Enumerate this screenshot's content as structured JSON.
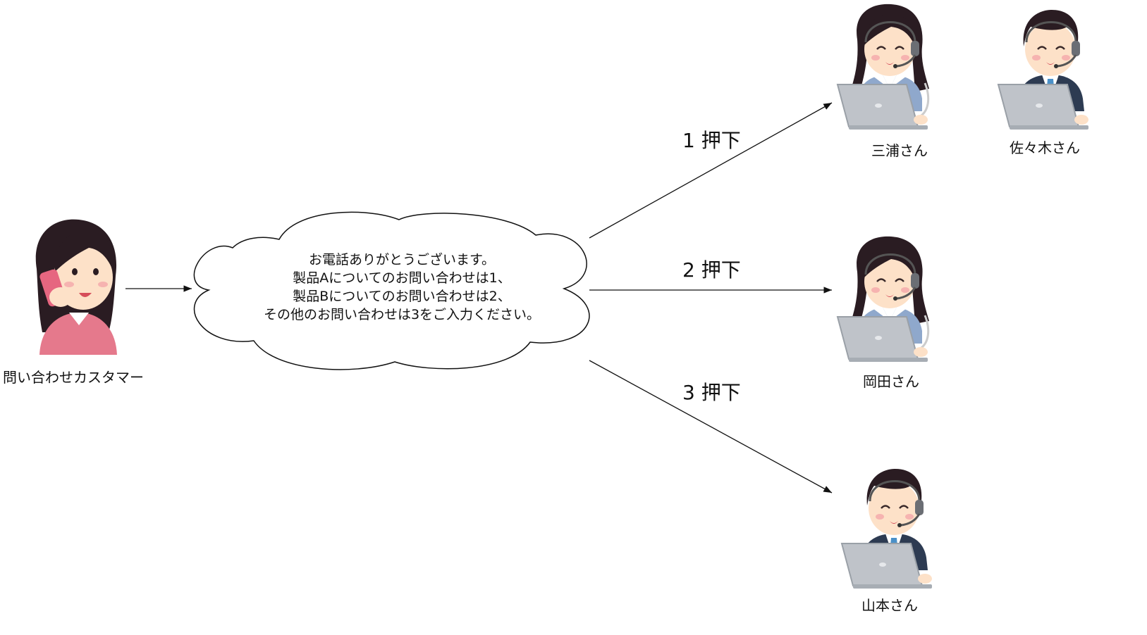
{
  "customer": {
    "label": "問い合わせカスタマー"
  },
  "cloud": {
    "lines": [
      "お電話ありがとうございます。",
      "製品Aについてのお問い合わせは1、",
      "製品Bについてのお問い合わせは2、",
      "その他のお問い合わせは3をご入力ください。"
    ]
  },
  "edges": [
    {
      "label": "1 押下"
    },
    {
      "label": "2 押下"
    },
    {
      "label": "3 押下"
    }
  ],
  "operators": [
    {
      "label": "三浦さん",
      "gender": "female"
    },
    {
      "label": "佐々木さん",
      "gender": "male"
    },
    {
      "label": "岡田さん",
      "gender": "female"
    },
    {
      "label": "山本さん",
      "gender": "male"
    }
  ],
  "colors": {
    "customer_shirt": "#e5798c",
    "hair": "#2a1c22",
    "skin": "#fde1c8",
    "laptop": "#bfc3c9",
    "vest": "#8fa8cc",
    "suit": "#2d3b52",
    "tie": "#4a90c8"
  }
}
